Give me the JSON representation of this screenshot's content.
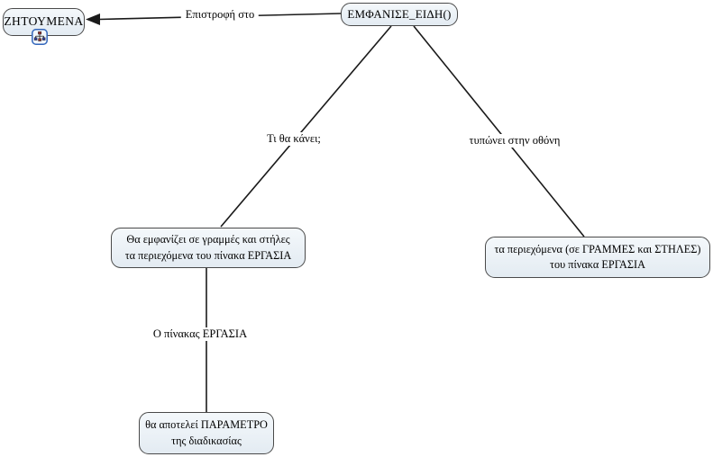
{
  "diagram": {
    "title": "concept-map",
    "nodes": {
      "zitoumena": {
        "label": "ΖΗΤΟΥΜΕΝΑ"
      },
      "emfanise_eidi": {
        "label": "ΕΜΦΑΝΙΣΕ_ΕΙΔΗ()"
      },
      "left_detail": {
        "line1": "Θα εμφανίζει σε γραμμές και στήλες",
        "line2": "τα περιεχόμενα του πίνακα ΕΡΓΑΣΙΑ"
      },
      "right_detail": {
        "line1": "τα περιεχόμενα (σε ΓΡΑΜΜΕΣ και ΣΤΗΛΕΣ)",
        "line2": "του πίνακα ΕΡΓΑΣΙΑ"
      },
      "bottom_detail": {
        "line1": "θα αποτελεί ΠΑΡΑΜΕΤΡΟ",
        "line2": "της διαδικασίας"
      }
    },
    "links": {
      "return_to": {
        "label": "Επιστροφή στο",
        "from": "emfanise_eidi",
        "to": "zitoumena"
      },
      "what_does": {
        "label": "Τι θα κάνει;",
        "from": "emfanise_eidi",
        "to": "left_detail"
      },
      "prints_on_screen": {
        "label": "τυπώνει στην οθόνη",
        "from": "emfanise_eidi",
        "to": "right_detail"
      },
      "table_ergasia": {
        "label": "Ο πίνακας ΕΡΓΑΣΙΑ",
        "from": "left_detail",
        "to": "bottom_detail"
      }
    },
    "icons": {
      "linked_cmap": "concept-map-resource-icon"
    },
    "colors": {
      "node_fill_top": "#f4f8fb",
      "node_fill_bottom": "#e3ebf2",
      "node_border": "#4a4a4a",
      "line": "#1a1a1a",
      "icon_border": "#3366bb",
      "background": "#ffffff"
    }
  }
}
